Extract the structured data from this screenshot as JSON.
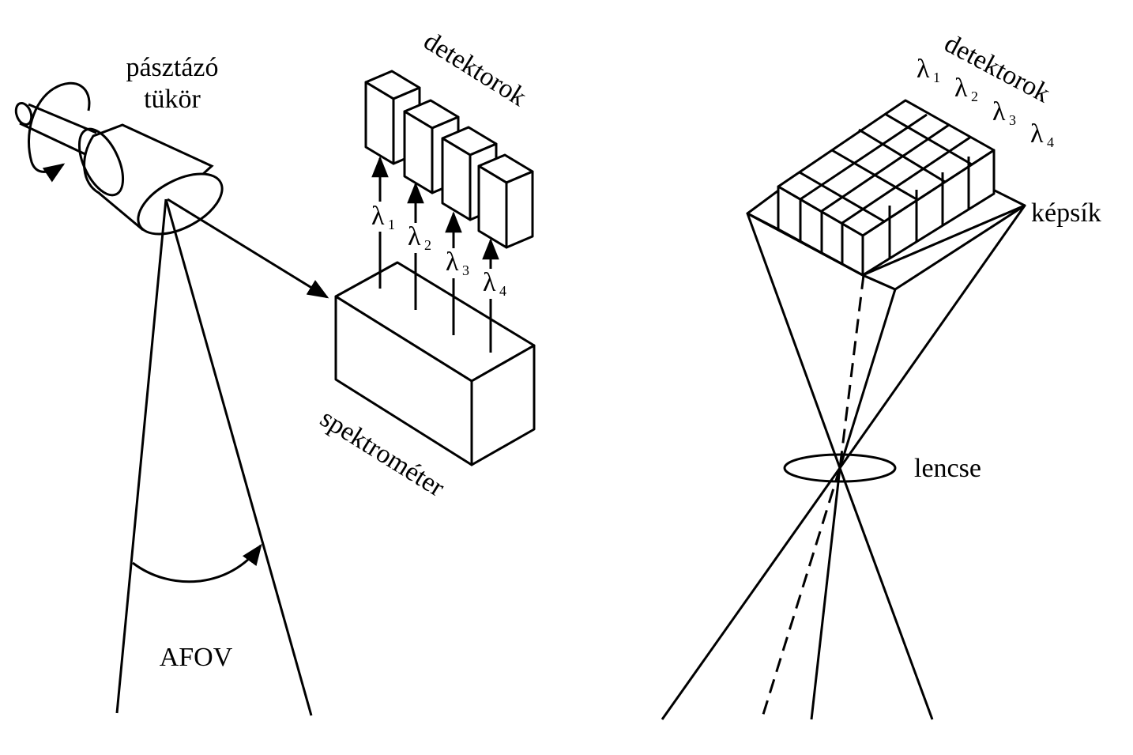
{
  "left": {
    "mirror_label_line1": "pásztázó",
    "mirror_label_line2": "tükör",
    "detectors_label": "detektorok",
    "spectrometer_label": "spektrométer",
    "afov_label": "AFOV",
    "lambda_symbol": "λ",
    "wavelength_indices": [
      "1",
      "2",
      "3",
      "4"
    ]
  },
  "right": {
    "detectors_label": "detektorok",
    "image_plane_label": "képsík",
    "lens_label": "lencse",
    "lambda_symbol": "λ",
    "wavelength_indices": [
      "1",
      "2",
      "3",
      "4"
    ]
  },
  "colors": {
    "stroke": "#000000",
    "background": "#ffffff"
  }
}
